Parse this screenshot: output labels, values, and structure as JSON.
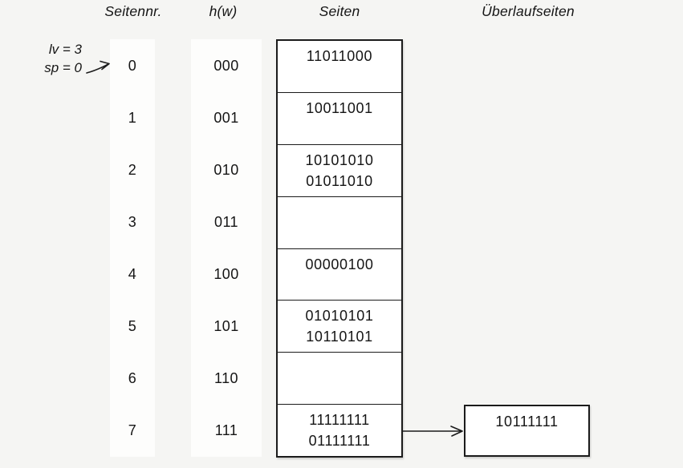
{
  "colors": {
    "background": "#f5f5f3",
    "band": "#fdfdfc",
    "box_fill": "#ffffff",
    "line": "#1b1b1b",
    "text": "#151515"
  },
  "headers": {
    "page_number": "Seitennr.",
    "hash_function": "h(w)",
    "pages": "Seiten",
    "overflow_pages": "Überlaufseiten"
  },
  "state": {
    "lv": "lv = 3",
    "sp": "sp = 0"
  },
  "rows": [
    {
      "nr": "0",
      "hash": "000",
      "values": [
        "11011000"
      ]
    },
    {
      "nr": "1",
      "hash": "001",
      "values": [
        "10011001"
      ]
    },
    {
      "nr": "2",
      "hash": "010",
      "values": [
        "10101010",
        "01011010"
      ]
    },
    {
      "nr": "3",
      "hash": "011",
      "values": []
    },
    {
      "nr": "4",
      "hash": "100",
      "values": [
        "00000100"
      ]
    },
    {
      "nr": "5",
      "hash": "101",
      "values": [
        "01010101",
        "10110101"
      ]
    },
    {
      "nr": "6",
      "hash": "110",
      "values": []
    },
    {
      "nr": "7",
      "hash": "111",
      "values": [
        "11111111",
        "01111111"
      ]
    }
  ],
  "overflow": {
    "attached_to_row": "7",
    "values": [
      "10111111"
    ]
  }
}
